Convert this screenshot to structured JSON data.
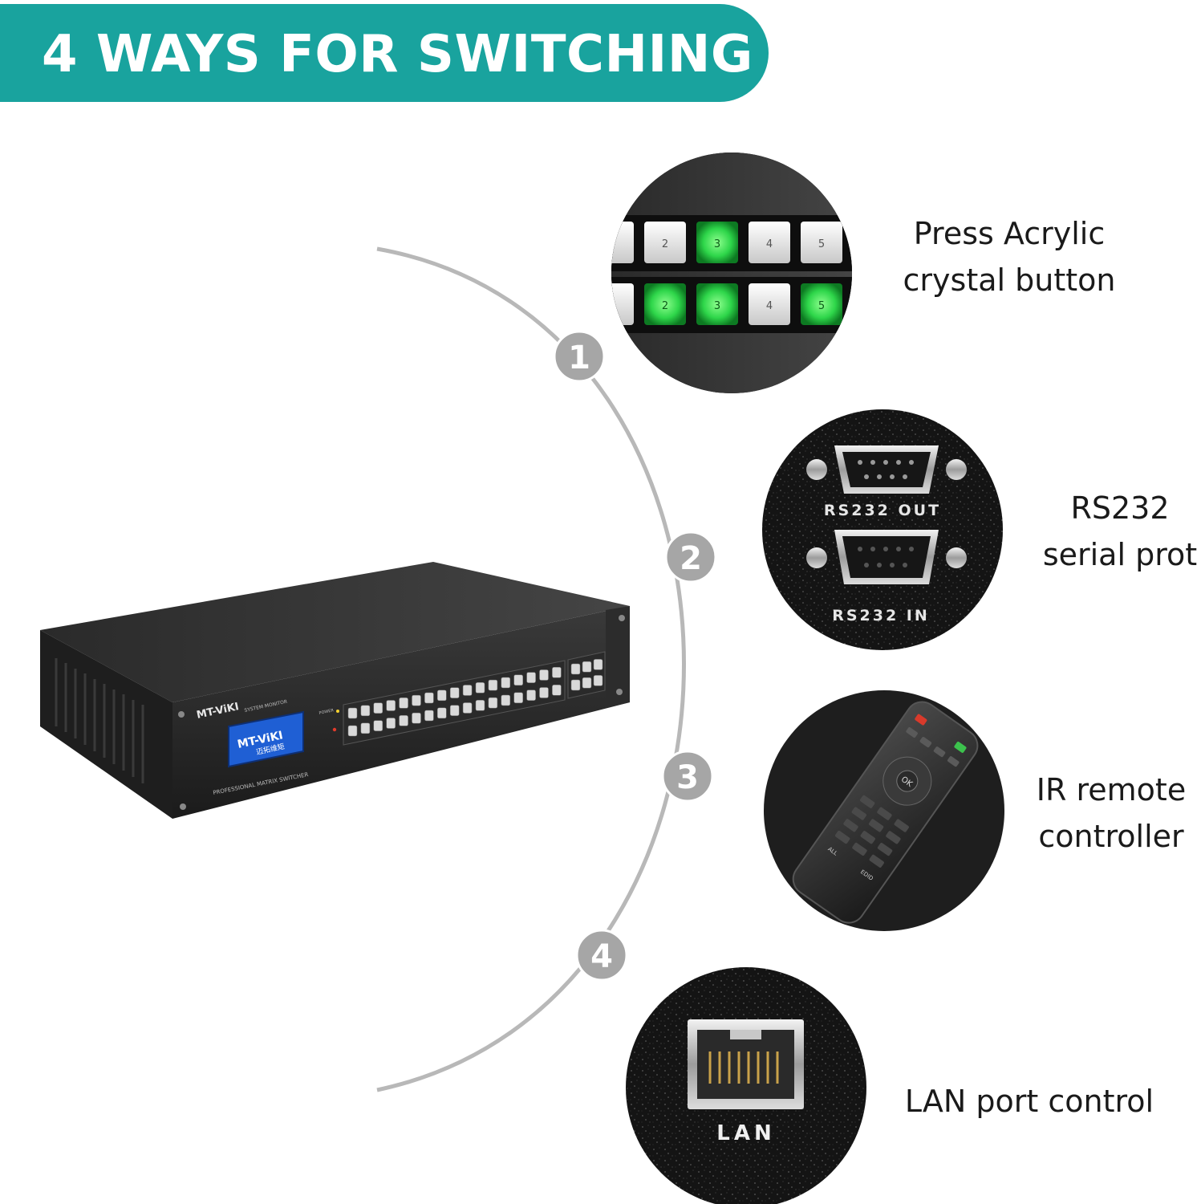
{
  "header": {
    "title": "4 WAYS FOR SWITCHING"
  },
  "device": {
    "brand": "MT-ViKI",
    "screen_brand": "MT-ViKI",
    "screen_subtitle": "迈拓维矩",
    "system_monitor": "SYSTEM MONITOR",
    "power": "POWER",
    "model_text": "PROFESSIONAL MATRIX SWITCHER"
  },
  "methods": [
    {
      "number": "1",
      "line1": "Press Acrylic",
      "line2": "crystal button",
      "buttons_top": [
        "2",
        "3",
        "4",
        "5"
      ],
      "buttons_bottom": [
        "2",
        "3",
        "4",
        "5"
      ]
    },
    {
      "number": "2",
      "line1": "RS232",
      "line2": "serial prot",
      "port_out": "RS232 OUT",
      "port_in": "RS232 IN"
    },
    {
      "number": "3",
      "line1": "IR remote",
      "line2": "controller",
      "remote_ok": "OK",
      "remote_all": "ALL",
      "remote_edid": "EDID"
    },
    {
      "number": "4",
      "line1": "LAN port control",
      "line2": "",
      "port_label": "LAN"
    }
  ],
  "colors": {
    "teal": "#19a39e",
    "arc": "#b5b5b5",
    "badge": "#a9a9a9",
    "green": "#3fe05a"
  }
}
